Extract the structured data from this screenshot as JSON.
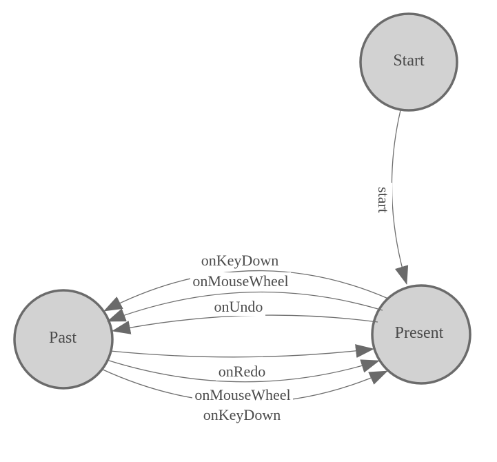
{
  "diagram": {
    "type": "state-machine",
    "colors": {
      "background": "#ffffff",
      "node_fill": "#d2d2d2",
      "node_stroke": "#6b6b6b",
      "edge_line": "#6e6e6e",
      "arrowhead": "#6a6a6a",
      "label_text": "#4b4b4b"
    },
    "nodes": [
      {
        "id": "start",
        "label": "Start"
      },
      {
        "id": "present",
        "label": "Present"
      },
      {
        "id": "past",
        "label": "Past"
      }
    ],
    "edges": [
      {
        "from": "Start",
        "to": "Present",
        "label": "start"
      },
      {
        "from": "Present",
        "to": "Past",
        "label": "onKeyDown"
      },
      {
        "from": "Present",
        "to": "Past",
        "label": "onMouseWheel"
      },
      {
        "from": "Present",
        "to": "Past",
        "label": "onUndo"
      },
      {
        "from": "Past",
        "to": "Present",
        "label": "onRedo"
      },
      {
        "from": "Past",
        "to": "Present",
        "label": "onMouseWheel"
      },
      {
        "from": "Past",
        "to": "Present",
        "label": "onKeyDown"
      }
    ]
  }
}
